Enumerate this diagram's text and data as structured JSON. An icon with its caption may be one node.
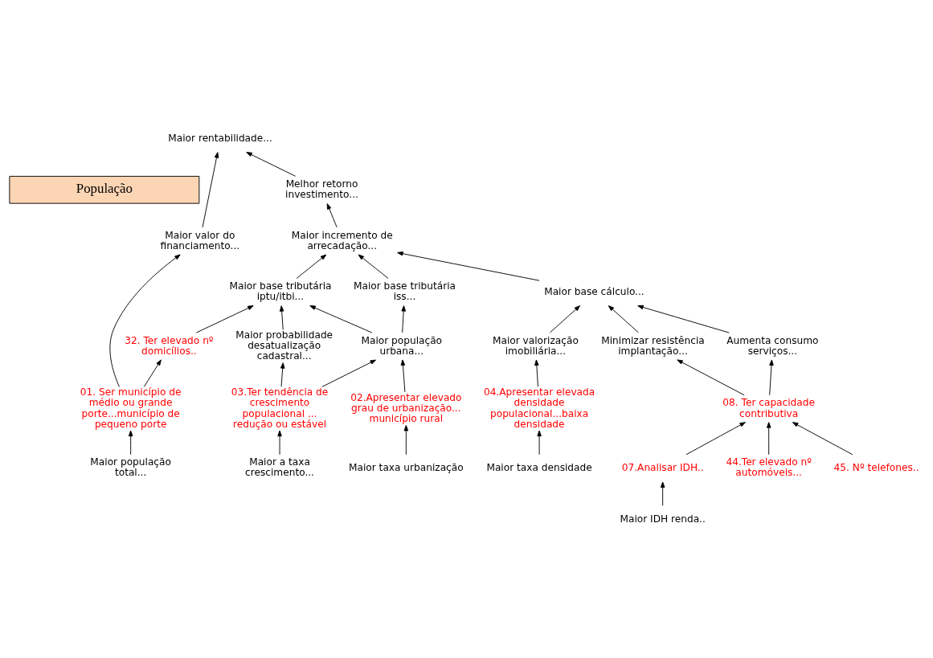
{
  "diagram": {
    "nodes": [
      {
        "text": [
          "População"
        ]
      },
      {
        "text": [
          "Maior rentabilidade..."
        ]
      },
      {
        "text": [
          "Melhor retorno investimento..."
        ]
      },
      {
        "text": [
          "Maior valor do financiamento..."
        ]
      },
      {
        "text": [
          "Maior incremento de arrecadação..."
        ]
      },
      {
        "text": [
          "Maior base cálculo..."
        ]
      },
      {
        "text": [
          "Maior base tributária iptu/itbi..."
        ]
      },
      {
        "text": [
          "Maior base tributária iss..."
        ]
      },
      {
        "text": [
          "Minimizar resistência implantação..."
        ]
      },
      {
        "text": [
          "32. Ter elevado nº domicílios.."
        ]
      },
      {
        "text": [
          "Aumenta consumo serviços..."
        ]
      },
      {
        "text": [
          "Maior probabilidade desatualização cadastral..."
        ]
      },
      {
        "text": [
          "Maior população urbana..."
        ]
      },
      {
        "text": [
          "Maior valorização imobiliária..."
        ]
      },
      {
        "text": [
          "01. Ser município de médio ou grande porte...município de pequeno porte"
        ]
      },
      {
        "text": [
          "08. Ter capacidade contributiva"
        ]
      },
      {
        "text": [
          "45. Nº telefones.."
        ]
      },
      {
        "text": [
          "03.Ter tendência de crescimento populacional ... redução ou estável"
        ]
      },
      {
        "text": [
          "02.Apresentar elevado grau de urbanização... município rural"
        ]
      },
      {
        "text": [
          "04.Apresentar elevada densidade populacional...baixa densidade"
        ]
      },
      {
        "text": [
          "07.Analisar IDH.."
        ]
      },
      {
        "text": [
          "44.Ter elevado nº automóveis..."
        ]
      },
      {
        "text": [
          "Maior população total..."
        ]
      },
      {
        "text": [
          "Maior a taxa crescimento..."
        ]
      },
      {
        "text": [
          "Maior taxa urbanização"
        ]
      },
      {
        "text": [
          "Maior taxa densidade"
        ]
      },
      {
        "text": [
          "Maior IDH renda.."
        ]
      }
    ],
    "edges": [
      {
        "from": 2,
        "to": 1,
        "arrow": "to"
      },
      {
        "from": 3,
        "to": 1,
        "arrow": "to"
      },
      {
        "from": 4,
        "to": 2,
        "arrow": "to"
      },
      {
        "from": 5,
        "to": 4,
        "arrow": "to"
      },
      {
        "from": 6,
        "to": 4,
        "arrow": "to"
      },
      {
        "from": 7,
        "to": 4,
        "arrow": "to"
      },
      {
        "from": 8,
        "to": 5,
        "arrow": "to"
      },
      {
        "from": 9,
        "to": 6,
        "arrow": "to"
      },
      {
        "from": 10,
        "to": 5,
        "arrow": "to"
      },
      {
        "from": 11,
        "to": 6,
        "arrow": "to"
      },
      {
        "from": 12,
        "to": 6,
        "arrow": "to"
      },
      {
        "from": 12,
        "to": 7,
        "arrow": "to"
      },
      {
        "from": 13,
        "to": 5,
        "arrow": "to"
      },
      {
        "from": 14,
        "to": 3,
        "arrow": "to"
      },
      {
        "from": 14,
        "to": 9,
        "arrow": "to"
      },
      {
        "from": 15,
        "to": 10,
        "arrow": "to"
      },
      {
        "from": 15,
        "to": 8,
        "arrow": "to"
      },
      {
        "from": 16,
        "to": 15,
        "arrow": "to"
      },
      {
        "from": 17,
        "to": 11,
        "arrow": "to"
      },
      {
        "from": 17,
        "to": 12,
        "arrow": "to"
      },
      {
        "from": 18,
        "to": 12,
        "arrow": "to"
      },
      {
        "from": 19,
        "to": 13,
        "arrow": "to"
      },
      {
        "from": 20,
        "to": 15,
        "arrow": "to"
      },
      {
        "from": 21,
        "to": 15,
        "arrow": "to"
      },
      {
        "from": 22,
        "to": 14,
        "arrow": "to"
      },
      {
        "from": 23,
        "to": 17,
        "arrow": "to"
      },
      {
        "from": 24,
        "to": 18,
        "arrow": "to"
      },
      {
        "from": 25,
        "to": 19,
        "arrow": "to"
      },
      {
        "from": 26,
        "to": 20,
        "arrow": "to"
      }
    ]
  }
}
